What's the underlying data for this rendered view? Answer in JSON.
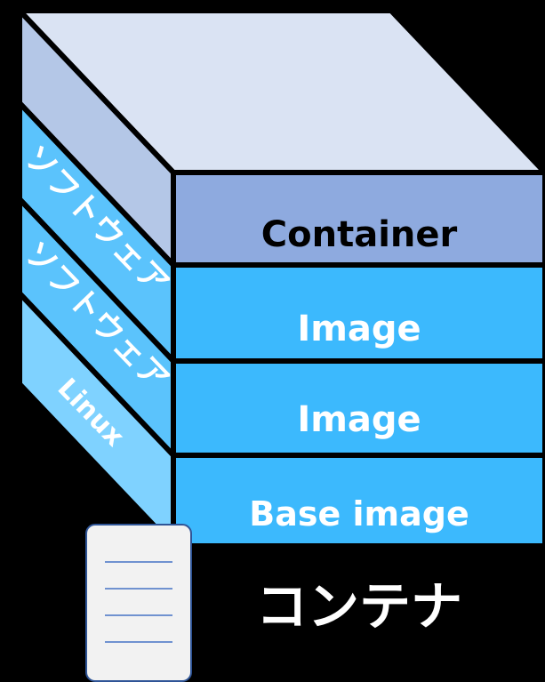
{
  "layers": [
    {
      "front_label": "Container",
      "side_label": "",
      "front_color": "#8EAADF",
      "side_color": "#B4C7E7",
      "text_color": "#000000"
    },
    {
      "front_label": "Image",
      "side_label": "ソフトウェア",
      "front_color": "#3CB9FD",
      "side_color": "#5BC3FC",
      "text_color": "#FFFFFF"
    },
    {
      "front_label": "Image",
      "side_label": "ソフトウェア",
      "front_color": "#3CB9FD",
      "side_color": "#5BC3FC",
      "text_color": "#FFFFFF"
    },
    {
      "front_label": "Base image",
      "side_label": "Linux",
      "front_color": "#3CB9FD",
      "side_color": "#7FD2FF",
      "text_color": "#FFFFFF"
    }
  ],
  "top_color": "#DAE3F3",
  "bottom_label": "コンテナ",
  "document_icon": "document-icon"
}
